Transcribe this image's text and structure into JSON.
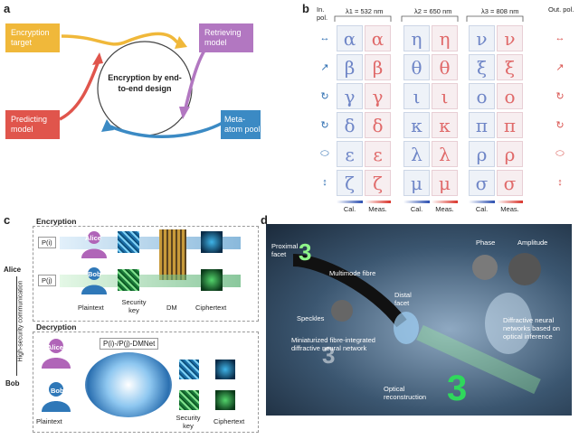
{
  "panels": {
    "a": "a",
    "b": "b",
    "c": "c",
    "d": "d"
  },
  "a": {
    "encryption_target": "Encryption target",
    "retrieving_model": "Retrieving model",
    "predicting_model": "Predicting model",
    "meta_atom_pool": "Meta-atom pool",
    "center": "Encryption by end-to-end design",
    "colors": {
      "target": "#f0b83a",
      "retrieving": "#b277c1",
      "predicting": "#e0554c",
      "meta": "#3b8ac4"
    }
  },
  "b": {
    "in_pol": "In. pol.",
    "out_pol": "Out. pol.",
    "wavelengths": [
      "λ1 = 532 nm",
      "λ2 = 650 nm",
      "λ3 = 808 nm"
    ],
    "columns": [
      "Cal.",
      "Meas.",
      "Cal.",
      "Meas.",
      "Cal.",
      "Meas."
    ],
    "in_pol_icons": [
      "↔",
      "↗",
      "↻",
      "↻",
      "⬭",
      "↕"
    ],
    "out_pol_icons": [
      "↔",
      "↗",
      "↻",
      "↻",
      "⬭",
      "↕"
    ],
    "rows": [
      [
        "α",
        "η",
        "ν"
      ],
      [
        "β",
        "θ",
        "ξ"
      ],
      [
        "γ",
        "ι",
        "ο"
      ],
      [
        "δ",
        "κ",
        "π"
      ],
      [
        "ε",
        "λ",
        "ρ"
      ],
      [
        "ζ",
        "μ",
        "σ"
      ]
    ]
  },
  "c": {
    "encryption": "Encryption",
    "decryption": "Decryption",
    "alice": "Alice",
    "bob": "Bob",
    "pi": "P(i)",
    "pj": "P(j)",
    "plaintext": "Plaintext",
    "security_key": "Security key",
    "dm": "DM",
    "ciphertext": "Ciphertext",
    "dmnet": "P(i)-/P(j)-DMNet",
    "side": "High-security communication",
    "side_alice": "Alice",
    "side_bob": "Bob"
  },
  "d": {
    "proximal": "Proximal facet",
    "multimode": "Multimode fibre",
    "distal": "Distal facet",
    "speckles": "Speckles",
    "miniaturized": "Miniaturized fibre-integrated diffractive neural network",
    "phase": "Phase",
    "amplitude": "Amplitude",
    "diffractive": "Diffractive neural networks based on optical inference",
    "optical": "Optical reconstruction",
    "digit": "3"
  }
}
